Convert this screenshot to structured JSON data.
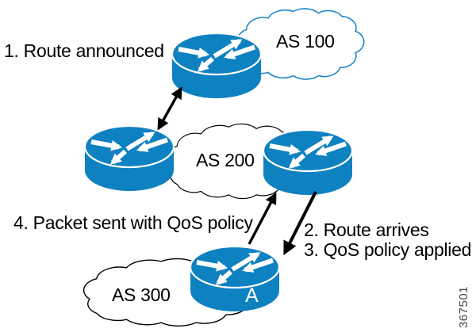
{
  "diagram": {
    "annotations": {
      "step1": "1. Route announced",
      "step2": "2. Route arrives",
      "step3": "3. QoS policy applied",
      "step4": "4. Packet sent with QoS policy"
    },
    "clouds": [
      {
        "label": "AS 100",
        "outline": "#1d87c8"
      },
      {
        "label": "AS 200",
        "outline": "#000000"
      },
      {
        "label": "AS 300",
        "outline": "#000000"
      }
    ],
    "router_a_label": "A",
    "figure_number": "367501",
    "colors": {
      "router_blue": "#0e81c1",
      "arrow": "#000000",
      "background": "#ffffff",
      "figure_number": "#4a4a4a"
    }
  }
}
